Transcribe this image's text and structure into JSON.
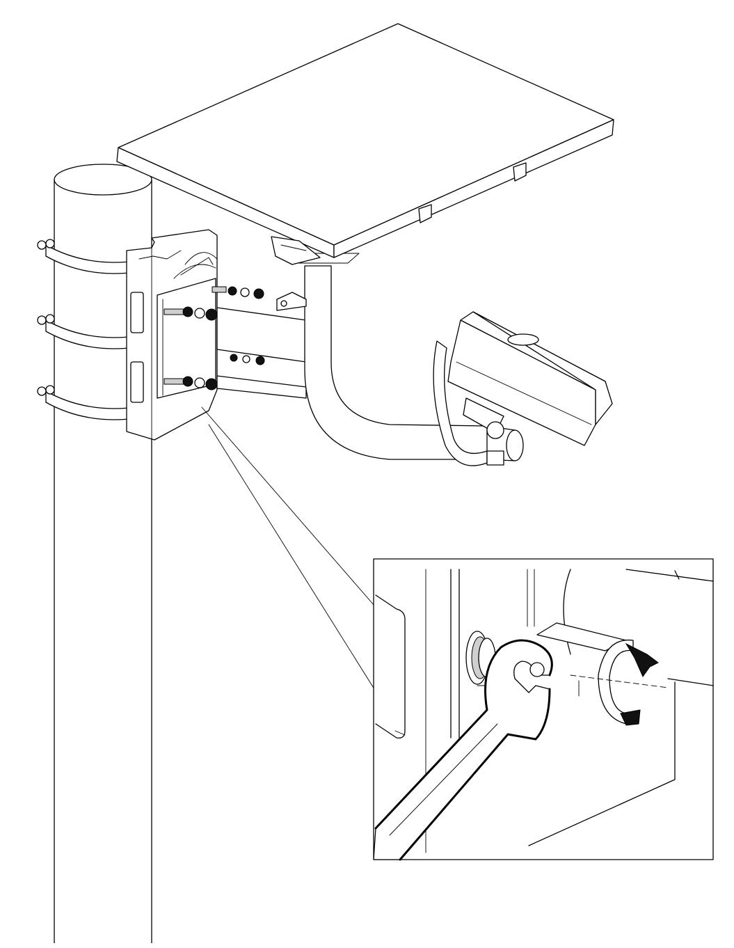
{
  "figure": {
    "type": "line-art installation illustration",
    "components": [
      "pole",
      "pole-clamp-bands",
      "pole-mount-bracket",
      "mounting-bolts",
      "camera-arm",
      "sun-shield",
      "camera-housing",
      "detail-inset",
      "wrench",
      "rotation-arrow"
    ],
    "colors": {
      "line": "#000000",
      "background": "#ffffff",
      "fill_dark": "#111111",
      "fill_light": "#cfcfcf"
    }
  }
}
